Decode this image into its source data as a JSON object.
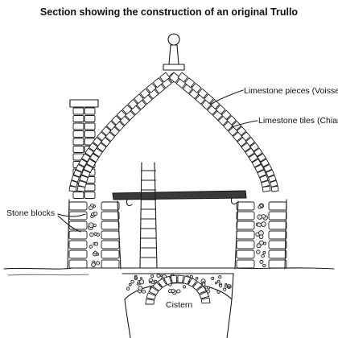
{
  "title": "Section showing the construction of an original Trullo",
  "labels": {
    "voussoir": "Limestone pieces (Voisse",
    "chianca": "Limestone tiles (Chian",
    "stone_blocks": "Stone blocks",
    "cistern": "Cistern"
  }
}
